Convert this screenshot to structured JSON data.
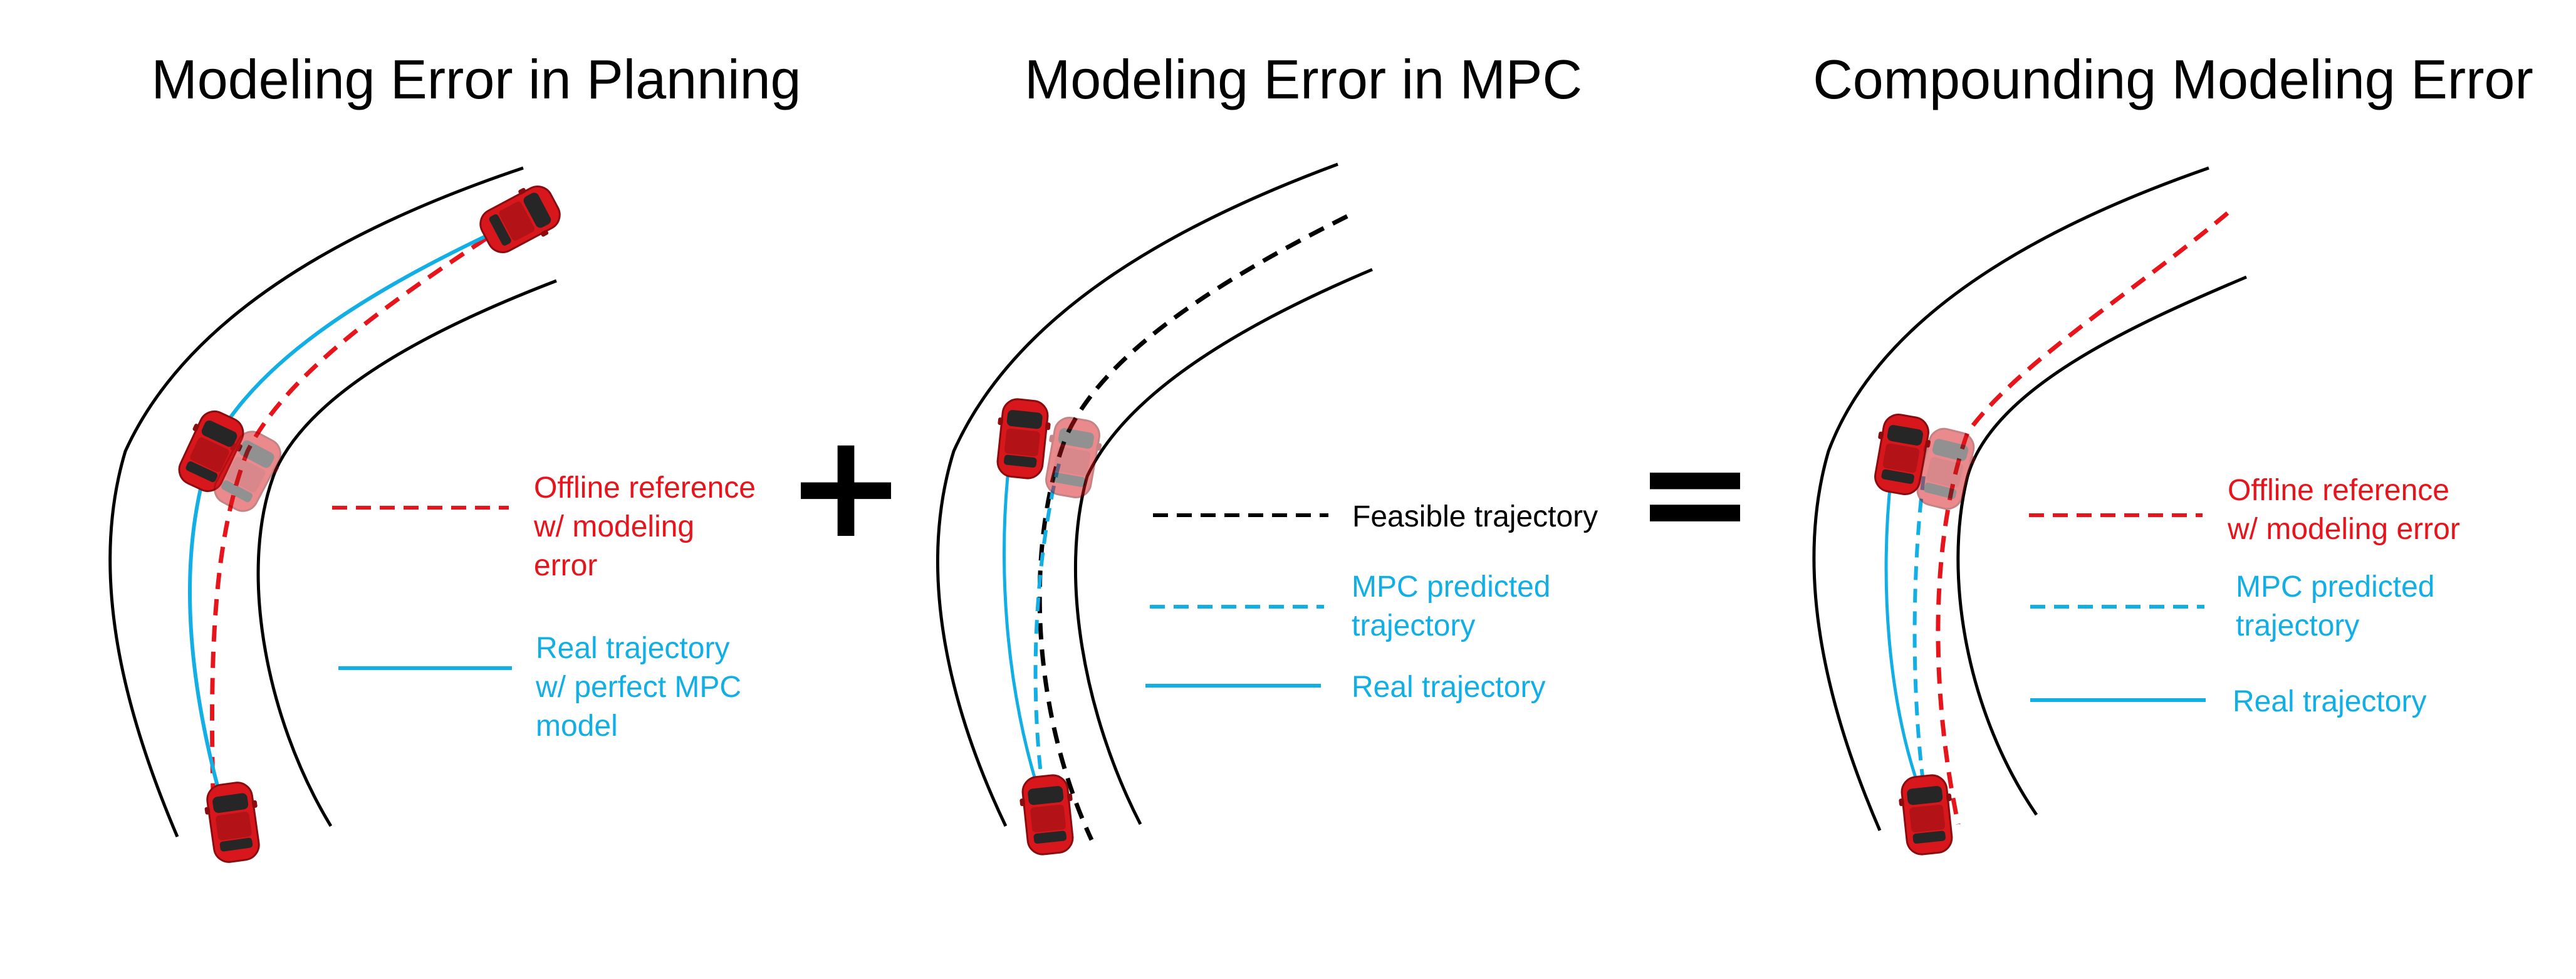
{
  "colors": {
    "red": "#e8141b",
    "blue": "#12aee6",
    "black": "#000000"
  },
  "panels": [
    {
      "title": "Modeling Error in Planning",
      "legend": [
        {
          "lines": [
            "Offline reference",
            "w/ modeling",
            "error"
          ],
          "style": "dashed",
          "color": "red"
        },
        {
          "lines": [
            "Real trajectory",
            "w/ perfect MPC",
            "model"
          ],
          "style": "solid",
          "color": "blue"
        }
      ]
    },
    {
      "title": "Modeling Error in MPC",
      "legend": [
        {
          "lines": [
            "Feasible trajectory"
          ],
          "style": "dashed",
          "color": "black"
        },
        {
          "lines": [
            "MPC predicted",
            "trajectory"
          ],
          "style": "dashed",
          "color": "blue"
        },
        {
          "lines": [
            "Real trajectory"
          ],
          "style": "solid",
          "color": "blue"
        }
      ]
    },
    {
      "title": "Compounding Modeling Error",
      "legend": [
        {
          "lines": [
            "Offline reference",
            "w/ modeling error"
          ],
          "style": "dashed",
          "color": "red"
        },
        {
          "lines": [
            "MPC predicted",
            "trajectory"
          ],
          "style": "dashed",
          "color": "blue"
        },
        {
          "lines": [
            "Real trajectory"
          ],
          "style": "solid",
          "color": "blue"
        }
      ]
    }
  ],
  "operators": {
    "plus": "+",
    "equals": "="
  }
}
